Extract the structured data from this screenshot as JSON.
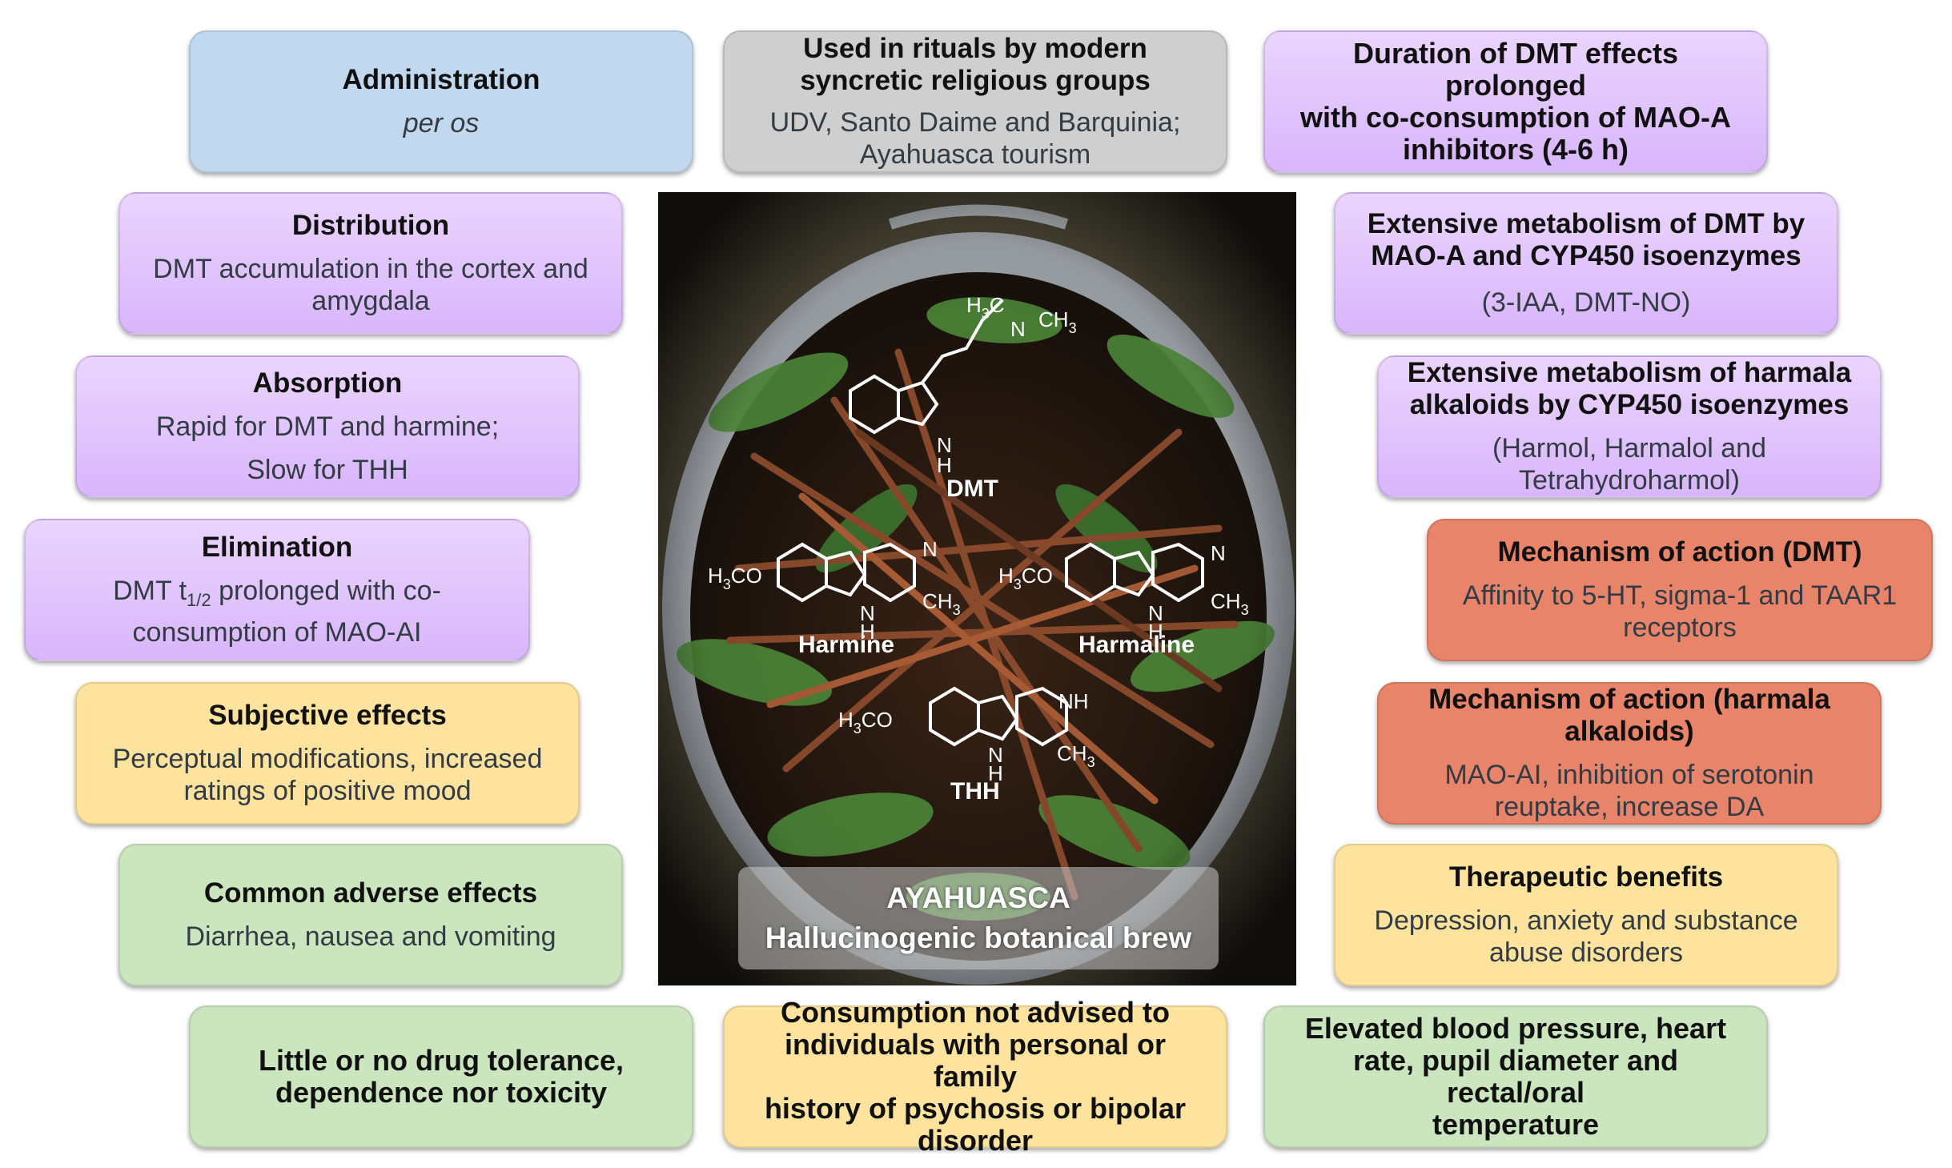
{
  "admin": {
    "title": "Administration",
    "body": "per os"
  },
  "rituals": {
    "title_line1": "Used in rituals by modern",
    "title_line2": "syncretic religious groups",
    "body_line1": "UDV, Santo Daime and Barquinia;",
    "body_line2": "Ayahuasca tourism"
  },
  "duration": {
    "line1": "Duration of DMT effects prolonged",
    "line2": "with co-consumption of MAO-A",
    "line3": "inhibitors (4-6 h)"
  },
  "distribution": {
    "title": "Distribution",
    "body_line1": "DMT accumulation in the cortex and",
    "body_line2": "amygdala"
  },
  "metab_dmt": {
    "title_line1": "Extensive metabolism of DMT by",
    "title_line2": "MAO-A and CYP450 isoenzymes",
    "body": "(3-IAA, DMT-NO)"
  },
  "absorption": {
    "title": "Absorption",
    "body_line1": "Rapid for DMT and harmine;",
    "body_line2": "Slow for THH"
  },
  "metab_harmala": {
    "title_line1": "Extensive metabolism of harmala",
    "title_line2": "alkaloids by CYP450 isoenzymes",
    "body_line1": "(Harmol, Harmalol and",
    "body_line2": "Tetrahydroharmol)"
  },
  "elimination": {
    "title": "Elimination",
    "body_pre": "DMT t",
    "body_sub": "1/2",
    "body_post": " prolonged with co-",
    "body_line2": "consumption of MAO-AI"
  },
  "moa_dmt": {
    "title": "Mechanism of action (DMT)",
    "body_line1": "Affinity to 5-HT, sigma-1 and TAAR1",
    "body_line2": "receptors"
  },
  "subjective": {
    "title": "Subjective effects",
    "body_line1": "Perceptual modifications, increased",
    "body_line2": "ratings of positive mood"
  },
  "moa_harmala": {
    "title_line1": "Mechanism of action (harmala",
    "title_line2": "alkaloids)",
    "body_line1": "MAO-AI, inhibition of serotonin",
    "body_line2": "reuptake, increase DA"
  },
  "adverse": {
    "title": "Common adverse effects",
    "body": "Diarrhea, nausea and vomiting"
  },
  "therapeutic": {
    "title": "Therapeutic benefits",
    "body_line1": "Depression, anxiety and substance",
    "body_line2": "abuse disorders"
  },
  "tolerance": {
    "line1": "Little or no drug tolerance,",
    "line2": "dependence nor toxicity"
  },
  "consumption": {
    "line1": "Consumption not advised to",
    "line2": "individuals with personal or family",
    "line3": "history of psychosis or bipolar",
    "line4": "disorder"
  },
  "elevated": {
    "line1": "Elevated blood pressure, heart",
    "line2": "rate, pupil diameter and rectal/oral",
    "line3": "temperature"
  },
  "center": {
    "caption_line1": "AYAHUASCA",
    "caption_line2": "Hallucinogenic botanical brew",
    "molecules": {
      "dmt": "DMT",
      "harmine": "Harmine",
      "harmaline": "Harmaline",
      "thh": "THH",
      "h3c": "H",
      "h3c_sub": "3",
      "c_letter": "C",
      "n": "N",
      "nh": "NH",
      "h": "H",
      "ch3": "CH",
      "ch3_sub": "3",
      "h3co": "H",
      "h3co_sub": "3",
      "co": "CO"
    }
  },
  "colors": {
    "blue": "#c2d8ee",
    "grey": "#cfcfcf",
    "purple": "#e0c6fc",
    "orange": "#e7846a",
    "yellow": "#fde39d",
    "green": "#cbe6bf"
  }
}
